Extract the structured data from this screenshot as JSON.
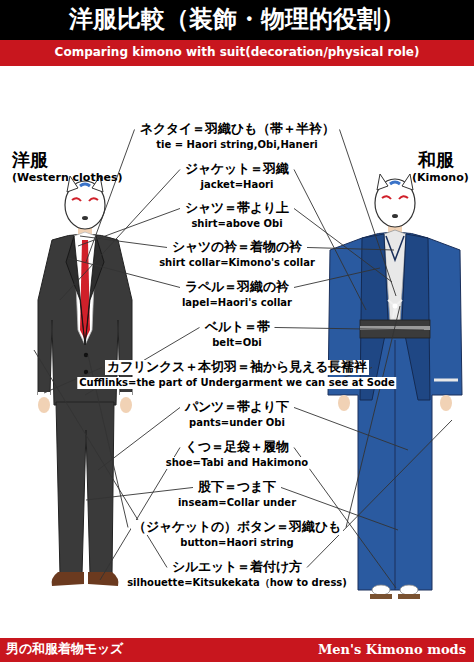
{
  "diagram": {
    "title": "洋服比較（装飾・物理的役割）",
    "labels": [
      "Comparing kimono with suit(decoration/physical role)",
      "洋服",
      "(Western clothes)",
      "和服",
      "(Kimono)",
      "ネクタイ＝羽織ひも（帯＋半衿）",
      "tie = Haori string,Obi,Haneri",
      "ジャケット＝羽織",
      "jacket=Haori",
      "シャツ＝帯より上",
      "shirt=above Obi",
      "シャツの衿＝着物の衿",
      "shirt collar=Kimono's collar",
      "ラペル＝羽織の衿",
      "lapel=Haori's collar",
      "ベルト＝帯",
      "belt=Obi",
      "カフリンクス＋本切羽＝袖から見える長襦袢",
      "Cufflinks=the part of Undergarment we can see at Sode",
      "パンツ＝帯より下",
      "pants=under Obi",
      "くつ＝足袋＋履物",
      "shoe=Tabi and Hakimono",
      "股下＝つま下",
      "inseam=Collar under",
      "（ジャケットの）ボタン＝羽織ひも",
      "button=Haori string",
      "シルエット＝着付け方",
      "silhouette=Kitsukekata（how to dress)",
      "男の和服着物モッズ",
      "Men's Kimono mods"
    ]
  }
}
